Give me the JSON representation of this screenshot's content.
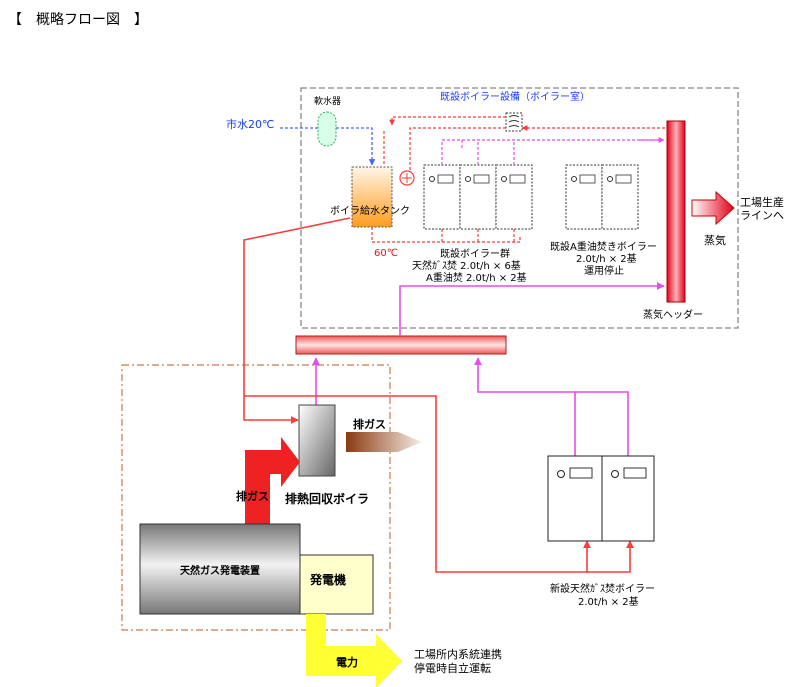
{
  "title": "【　概略フロー図　】",
  "labels": {
    "existing_boiler_room": "既設ボイラー設備（ボイラー室）",
    "city_water": "市水20℃",
    "water_softener": "軟水器",
    "feed_tank": "ボイラ給水タンク",
    "temp_60": "60℃",
    "existing_gas_boilers_1": "既設ボイラー群",
    "existing_gas_boilers_2": "天然ｶﾞｽ焚 2.0t/h × 6基",
    "existing_gas_boilers_3": "A重油焚 2.0t/h × 2基",
    "oil_boilers_1": "既設A重油焚きボイラー",
    "oil_boilers_2": "2.0t/h × 2基",
    "oil_boilers_3": "運用停止",
    "factory_line_1": "工場生産",
    "factory_line_2": "ラインへ",
    "steam": "蒸気",
    "steam_header": "蒸気ヘッダー",
    "exhaust_gas_out": "排ガス",
    "exhaust_gas_in": "排ガス",
    "hrsg": "排熱回収ボイラ",
    "gas_generator": "天然ガス発電装置",
    "generator": "発電機",
    "power": "電力",
    "power_dest_1": "工場所内系統連携",
    "power_dest_2": "停電時自立運転",
    "new_boiler_1": "新設天然ｶﾞｽ焚ボイラー",
    "new_boiler_2": "2.0t/h × 2基"
  },
  "colors": {
    "red_line": "#ff3b3b",
    "magenta_line": "#e84ce8",
    "blue_line": "#4466ff",
    "label_blue": "#1a3cff",
    "label_red": "#ee1111",
    "exhaust_red": "#ee2222",
    "power_yellow": "#ffff33",
    "boundary_gray": "#888888",
    "boundary_brown": "#c87a50"
  }
}
